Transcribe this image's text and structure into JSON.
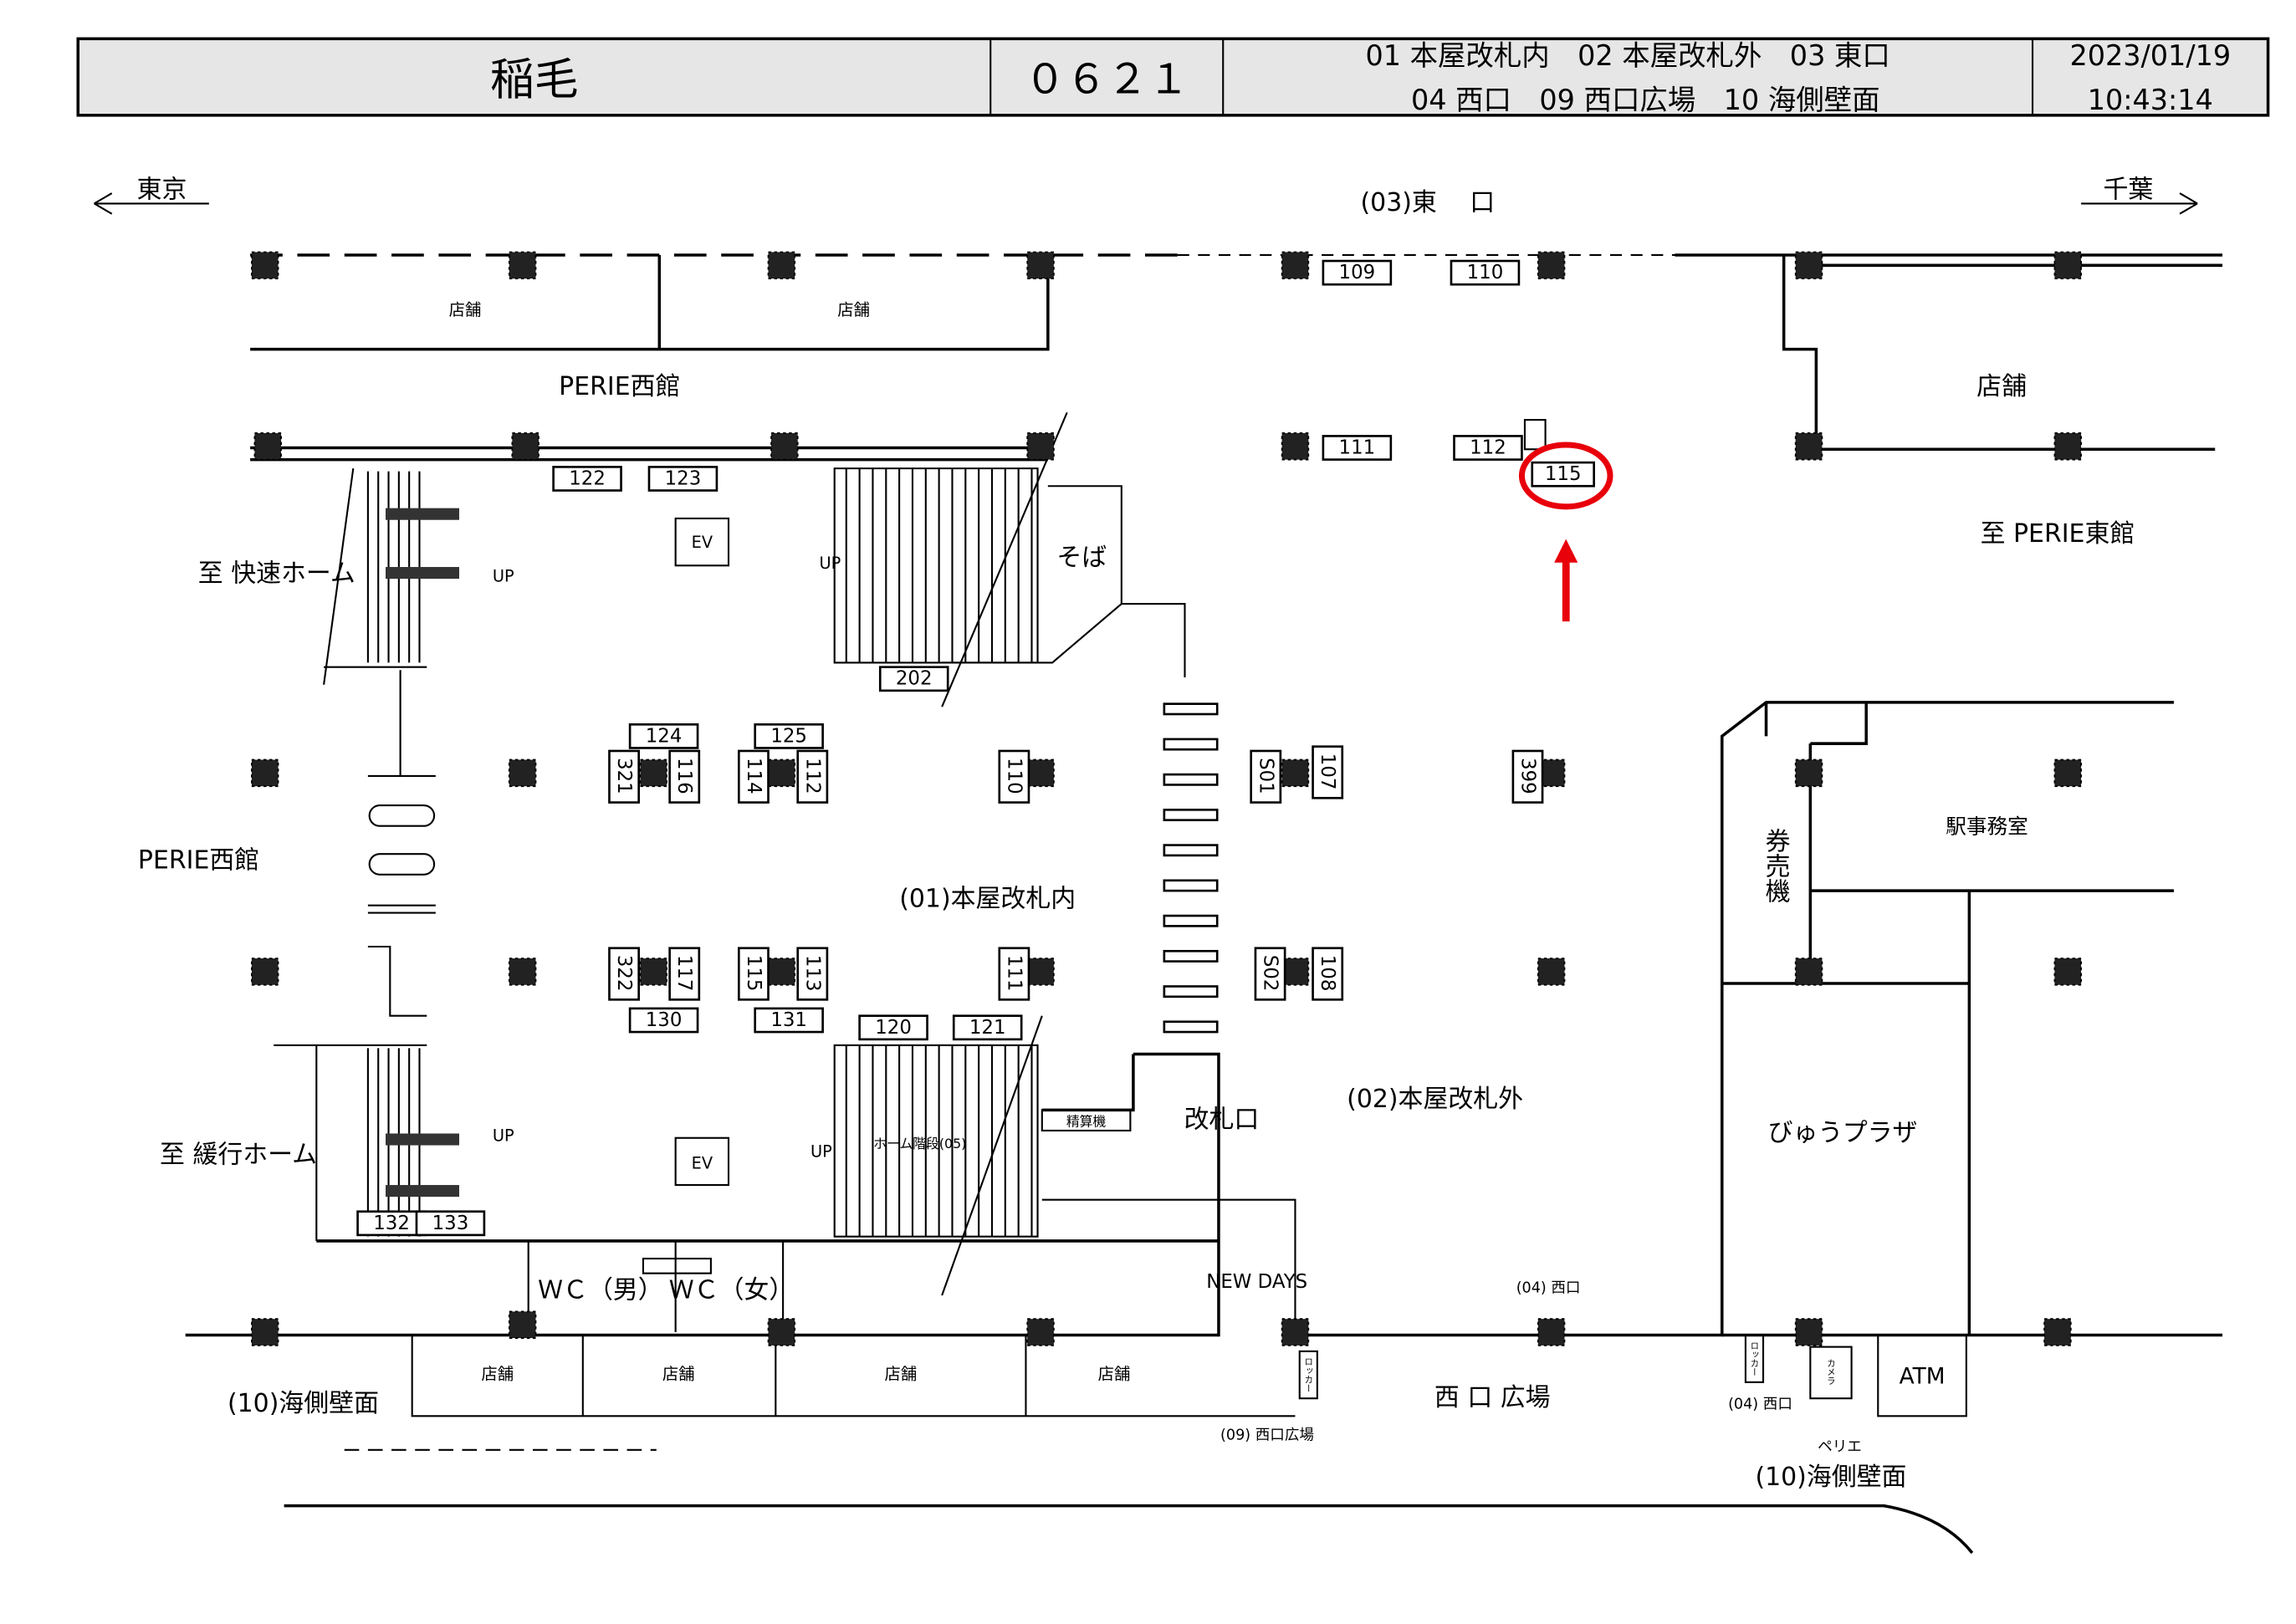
{
  "header": {
    "station": "稲毛",
    "code": "０６２１",
    "areas_line1": "01 本屋改札内　02 本屋改札外　03 東口",
    "areas_line2": "04 西口　09 西口広場　10 海側壁面",
    "date": "2023/01/19",
    "time": "10:43:14"
  },
  "directions": {
    "left": "東京",
    "right": "千葉"
  },
  "labels": {
    "east_exit": "(03)東　 口",
    "shop": "店舗",
    "perie_west": "PERIE西館",
    "perie_east": "至 PERIE東館",
    "rapid_platform": "至 快速ホーム",
    "local_platform": "至 緩行ホーム",
    "ev": "EV",
    "up": "UP",
    "soba": "そば",
    "inside_gate": "(01)本屋改札内",
    "outside_gate": "(02)本屋改札外",
    "ticket_gate": "改札口",
    "fare_adjust": "精算機",
    "platform_stairs": "ホーム階段(05)",
    "wc_m": "ＷＣ（男）",
    "wc_f": "ＷＣ（女）",
    "newdays": "NEW DAYS",
    "west_plaza": "西 口 広場",
    "west_plaza_code": "(09) 西口広場",
    "west_exit": "(04) 西口",
    "sea_wall": "(10)海側壁面",
    "perie": "ペリエ",
    "ticket_machine": "券売機",
    "station_office": "駅事務室",
    "view_plaza": "びゅうプラザ",
    "atm": "ATM",
    "locker": "ロッカー",
    "camera": "カメラ"
  },
  "panels_h": [
    "109",
    "110",
    "111",
    "112",
    "115",
    "122",
    "123",
    "202",
    "124",
    "125",
    "130",
    "131",
    "120",
    "121",
    "132",
    "133"
  ],
  "panels_v": [
    "321",
    "116",
    "114",
    "112",
    "110",
    "S01",
    "107",
    "399",
    "322",
    "117",
    "115",
    "113",
    "111",
    "S02",
    "108"
  ],
  "highlight": {
    "panel": "115",
    "color": "#e8000b"
  }
}
